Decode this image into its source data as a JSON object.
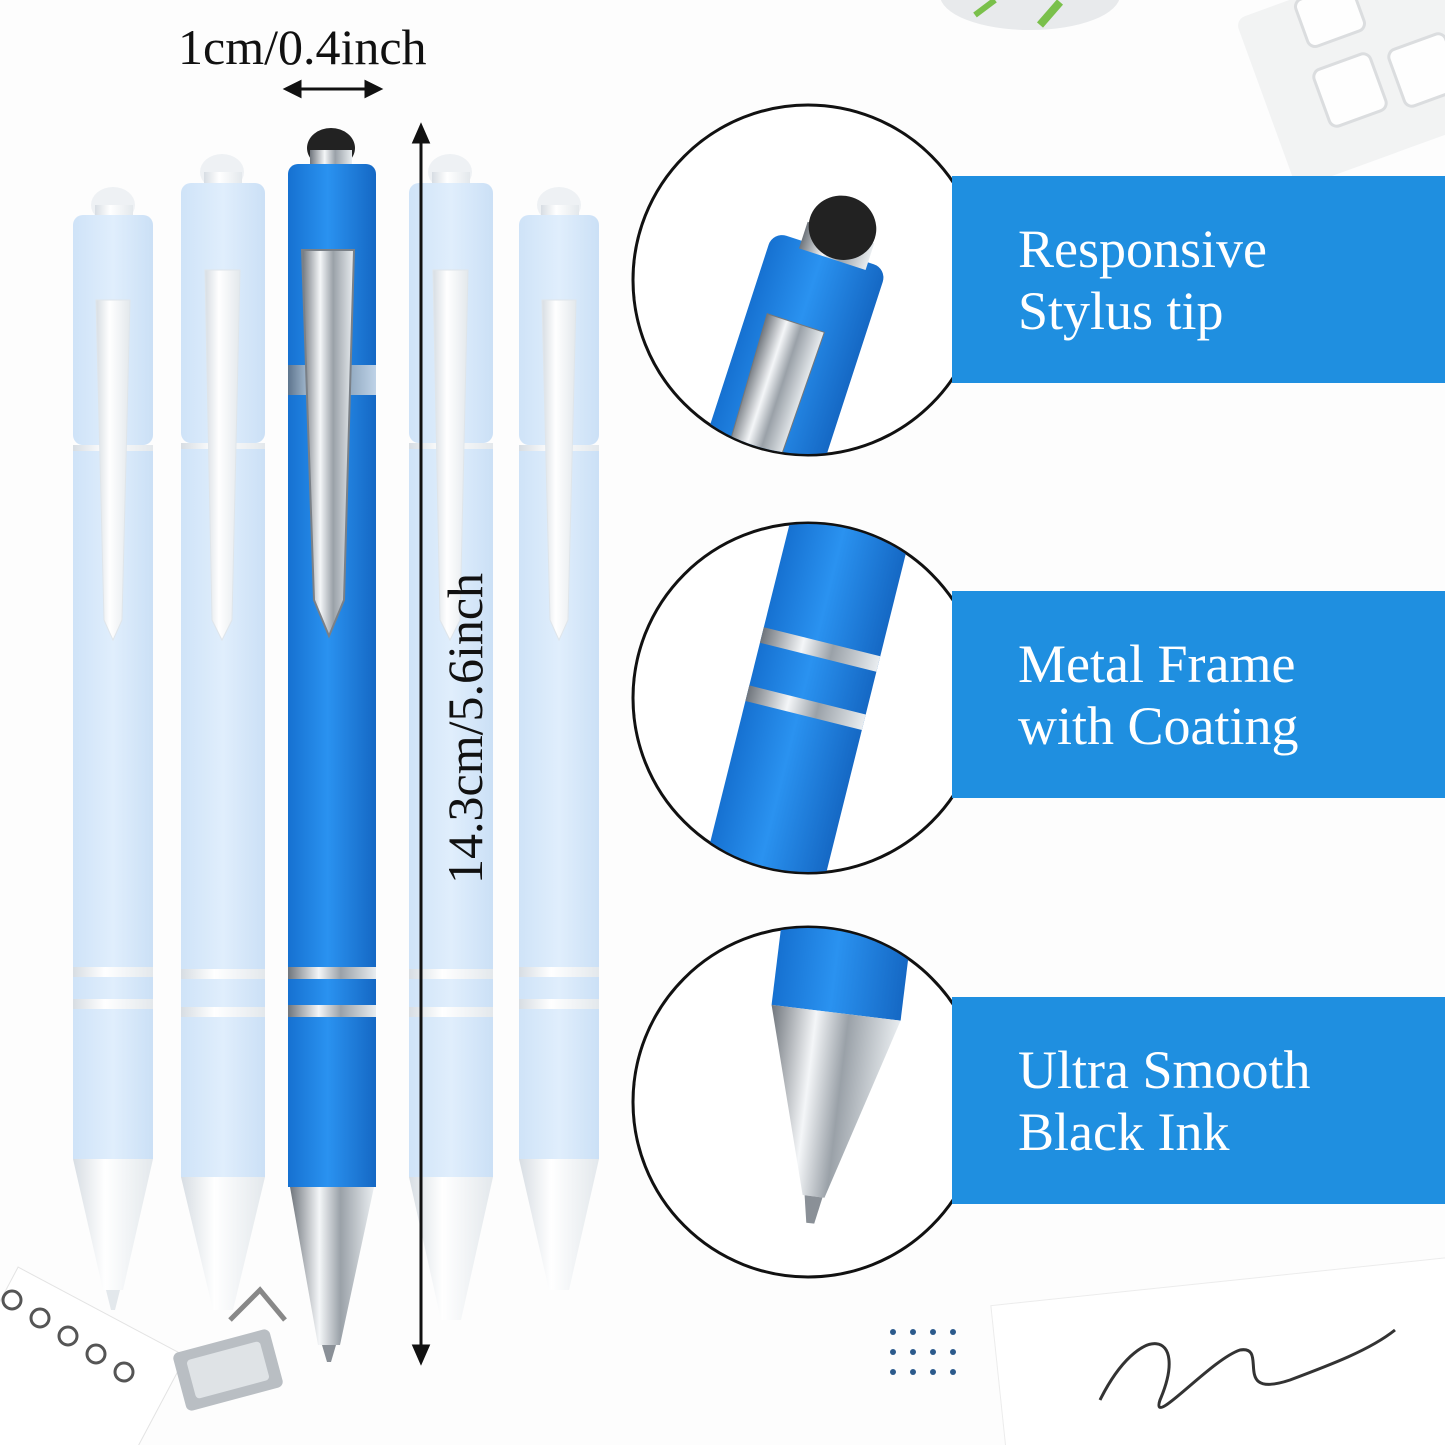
{
  "dimensions": {
    "width_label": "1cm/0.4inch",
    "height_label": "14.3cm/5.6inch"
  },
  "features": [
    {
      "line1": "Responsive",
      "line2": "Stylus tip",
      "icon": "stylus-tip-closeup"
    },
    {
      "line1": "Metal Frame",
      "line2": "with Coating",
      "icon": "metal-ring-closeup"
    },
    {
      "line1": "Ultra Smooth",
      "line2": "Black Ink",
      "icon": "ballpoint-tip-closeup"
    }
  ],
  "colors": {
    "accent_blue": "#1f8fe0",
    "pen_blue": "#1e84ea",
    "pen_faded": "#d6e8fb",
    "metal": "#c8cdd3",
    "stylus_black": "#222222"
  }
}
